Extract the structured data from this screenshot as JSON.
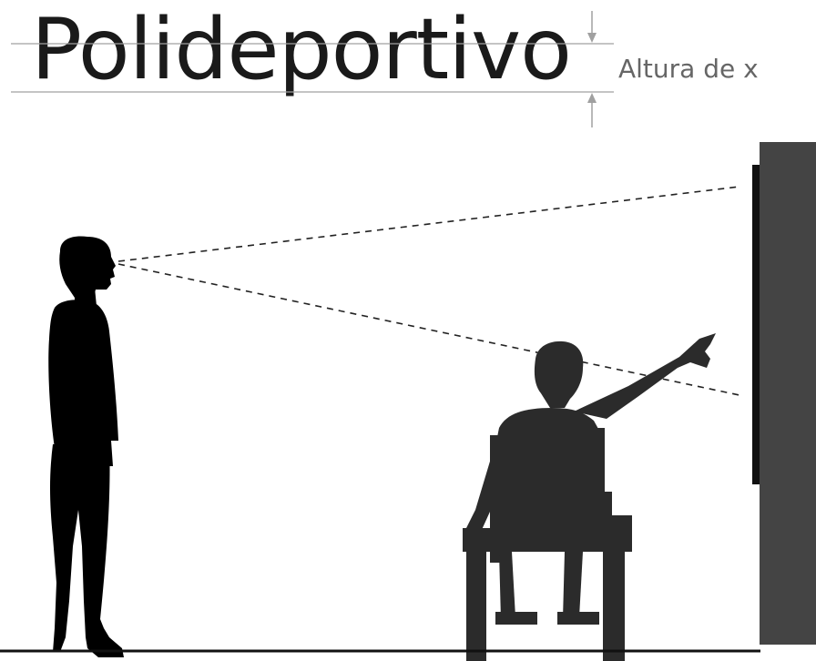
{
  "title": "Polideportivo",
  "x_height_label": "Altura de x",
  "colors": {
    "text": "#1a1a1a",
    "guide": "#a0a0a0",
    "label": "#666666",
    "silhouette": "#000000",
    "seated_figure": "#2b2b2b",
    "panel_front": "#444444",
    "panel_edge": "#111111",
    "floor": "#111111",
    "sight_line": "#222222"
  },
  "figures": [
    {
      "name": "standing-person",
      "icon": "standing-person-icon"
    },
    {
      "name": "wheelchair-user-pointing",
      "icon": "wheelchair-user-icon"
    }
  ],
  "sign_panel": {
    "icon": "sign-panel-icon"
  }
}
